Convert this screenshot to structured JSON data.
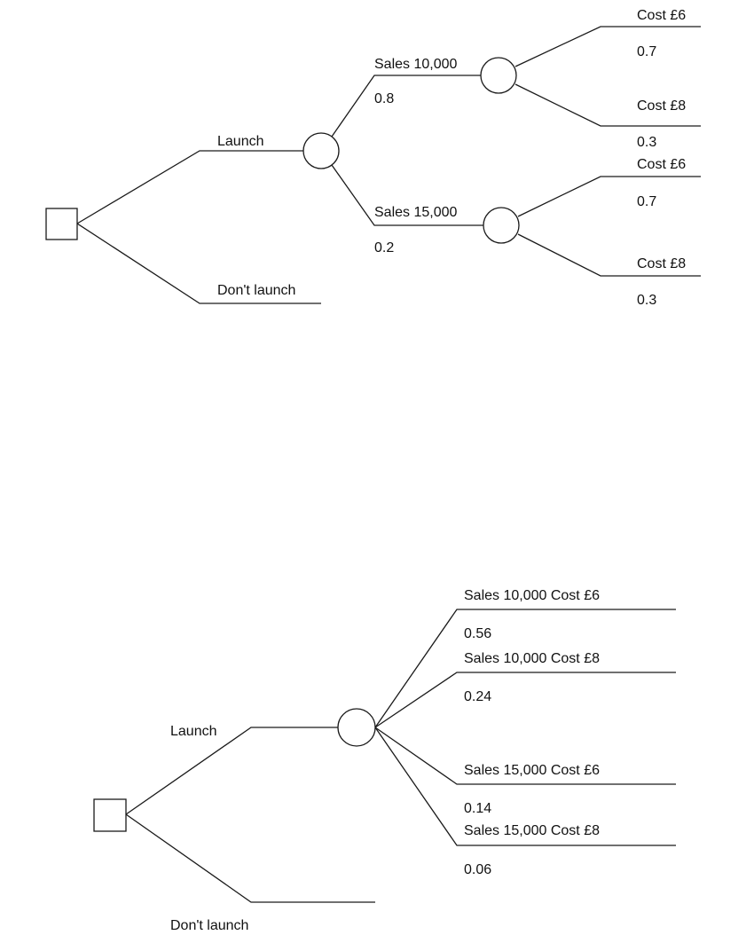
{
  "tree1": {
    "launch_label": "Launch",
    "dont_launch_label": "Don't launch",
    "sales_high": {
      "label": "Sales 10,000",
      "prob": "0.8"
    },
    "sales_low": {
      "label": "Sales 15,000",
      "prob": "0.2"
    },
    "high_cost6": {
      "label": "Cost £6",
      "prob": "0.7"
    },
    "high_cost8": {
      "label": "Cost £8",
      "prob": "0.3"
    },
    "low_cost6": {
      "label": "Cost £6",
      "prob": "0.7"
    },
    "low_cost8": {
      "label": "Cost £8",
      "prob": "0.3"
    }
  },
  "tree2": {
    "launch_label": "Launch",
    "dont_launch_label": "Don't launch",
    "outcomes": [
      {
        "label": "Sales 10,000 Cost £6",
        "prob": "0.56"
      },
      {
        "label": "Sales 10,000 Cost £8",
        "prob": "0.24"
      },
      {
        "label": "Sales 15,000 Cost £6",
        "prob": "0.14"
      },
      {
        "label": "Sales 15,000 Cost £8",
        "prob": "0.06"
      }
    ]
  },
  "colors": {
    "line": "#1a1a1a",
    "text": "#111111",
    "background": "#ffffff"
  }
}
